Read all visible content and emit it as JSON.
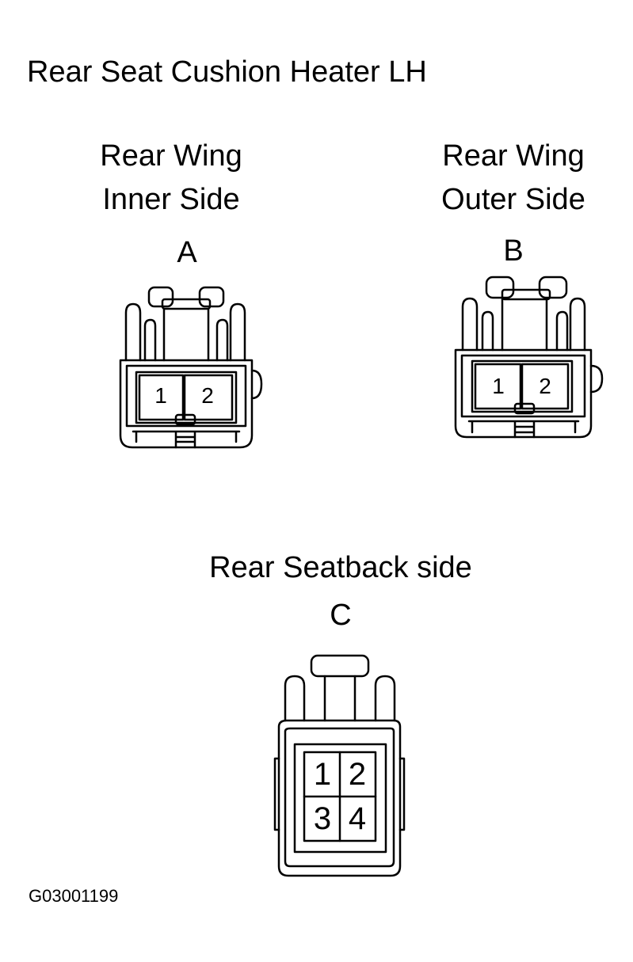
{
  "diagram_title": "Rear Seat Cushion Heater LH",
  "connectors": [
    {
      "id": "A",
      "label_line1": "Rear Wing",
      "label_line2": "Inner Side",
      "letter": "A",
      "pins": [
        "1",
        "2"
      ]
    },
    {
      "id": "B",
      "label_line1": "Rear Wing",
      "label_line2": "Outer Side",
      "letter": "B",
      "pins": [
        "1",
        "2"
      ]
    },
    {
      "id": "C",
      "label_line1": "Rear Seatback side",
      "letter": "C",
      "pins": [
        "1",
        "2",
        "3",
        "4"
      ]
    }
  ],
  "figure_code": "G03001199"
}
